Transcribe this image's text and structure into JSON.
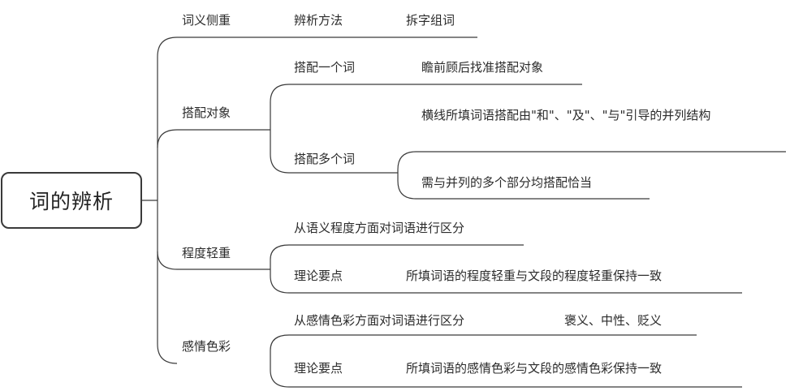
{
  "root": {
    "label": "词的辨析"
  },
  "branches": {
    "b1": {
      "label": "词义侧重",
      "c1": "辨析方法",
      "c2": "拆字组词"
    },
    "b2": {
      "label": "搭配对象",
      "s1": {
        "label": "搭配一个词",
        "child": "瞻前顾后找准搭配对象"
      },
      "s2": {
        "label": "搭配多个词",
        "c1": "横线所填词语搭配由\"和\"、\"及\"、\"与\"引导的并列结构",
        "c2": "需与并列的多个部分均搭配恰当"
      }
    },
    "b3": {
      "label": "程度轻重",
      "c1": "从语义程度方面对词语进行区分",
      "c2": {
        "label": "理论要点",
        "child": "所填词语的程度轻重与文段的程度轻重保持一致"
      }
    },
    "b4": {
      "label": "感情色彩",
      "c1": {
        "label": "从感情色彩方面对词语进行区分",
        "child": "褒义、中性、贬义"
      },
      "c2": {
        "label": "理论要点",
        "child": "所填词语的感情色彩与文段的感情色彩保持一致"
      }
    }
  }
}
